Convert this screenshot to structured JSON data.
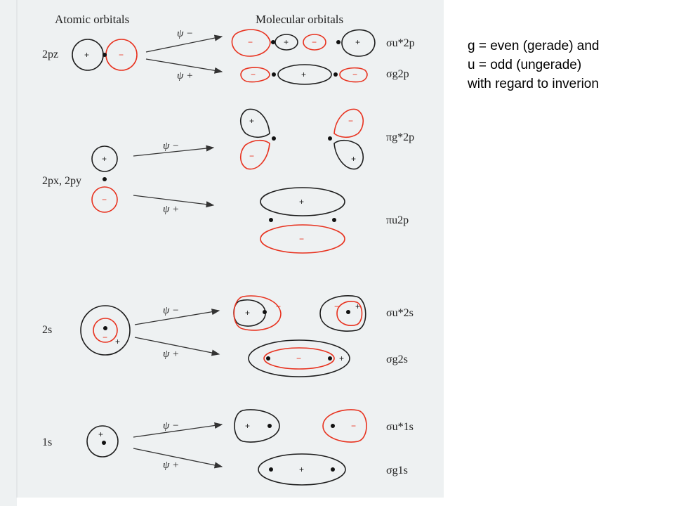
{
  "figure": {
    "headers": {
      "atomic": "Atomic orbitals",
      "molecular": "Molecular orbitals"
    },
    "wavefunctions": {
      "minus": "ψ −",
      "plus": "ψ +"
    },
    "signs": {
      "plus": "+",
      "minus": "−"
    },
    "atomic_labels": {
      "p_z": "2pz",
      "p_xy": "2px, 2py",
      "s2": "2s",
      "s1": "1s"
    },
    "molecular_labels": {
      "sigma_u_star_2p": "σu*2p",
      "sigma_g_2p": "σg2p",
      "pi_g_star_2p": "πg*2p",
      "pi_u_2p": "πu2p",
      "sigma_u_star_2s": "σu*2s",
      "sigma_g_2s": "σg2s",
      "sigma_u_star_1s": "σu*1s",
      "sigma_g_1s": "σg1s"
    },
    "colors": {
      "phase_positive": "#1e1e1e",
      "phase_negative": "#e8321f"
    }
  },
  "note": {
    "line1": "g = even (gerade) and",
    "line2": "u = odd (ungerade)",
    "line3": "with regard to inverion"
  }
}
